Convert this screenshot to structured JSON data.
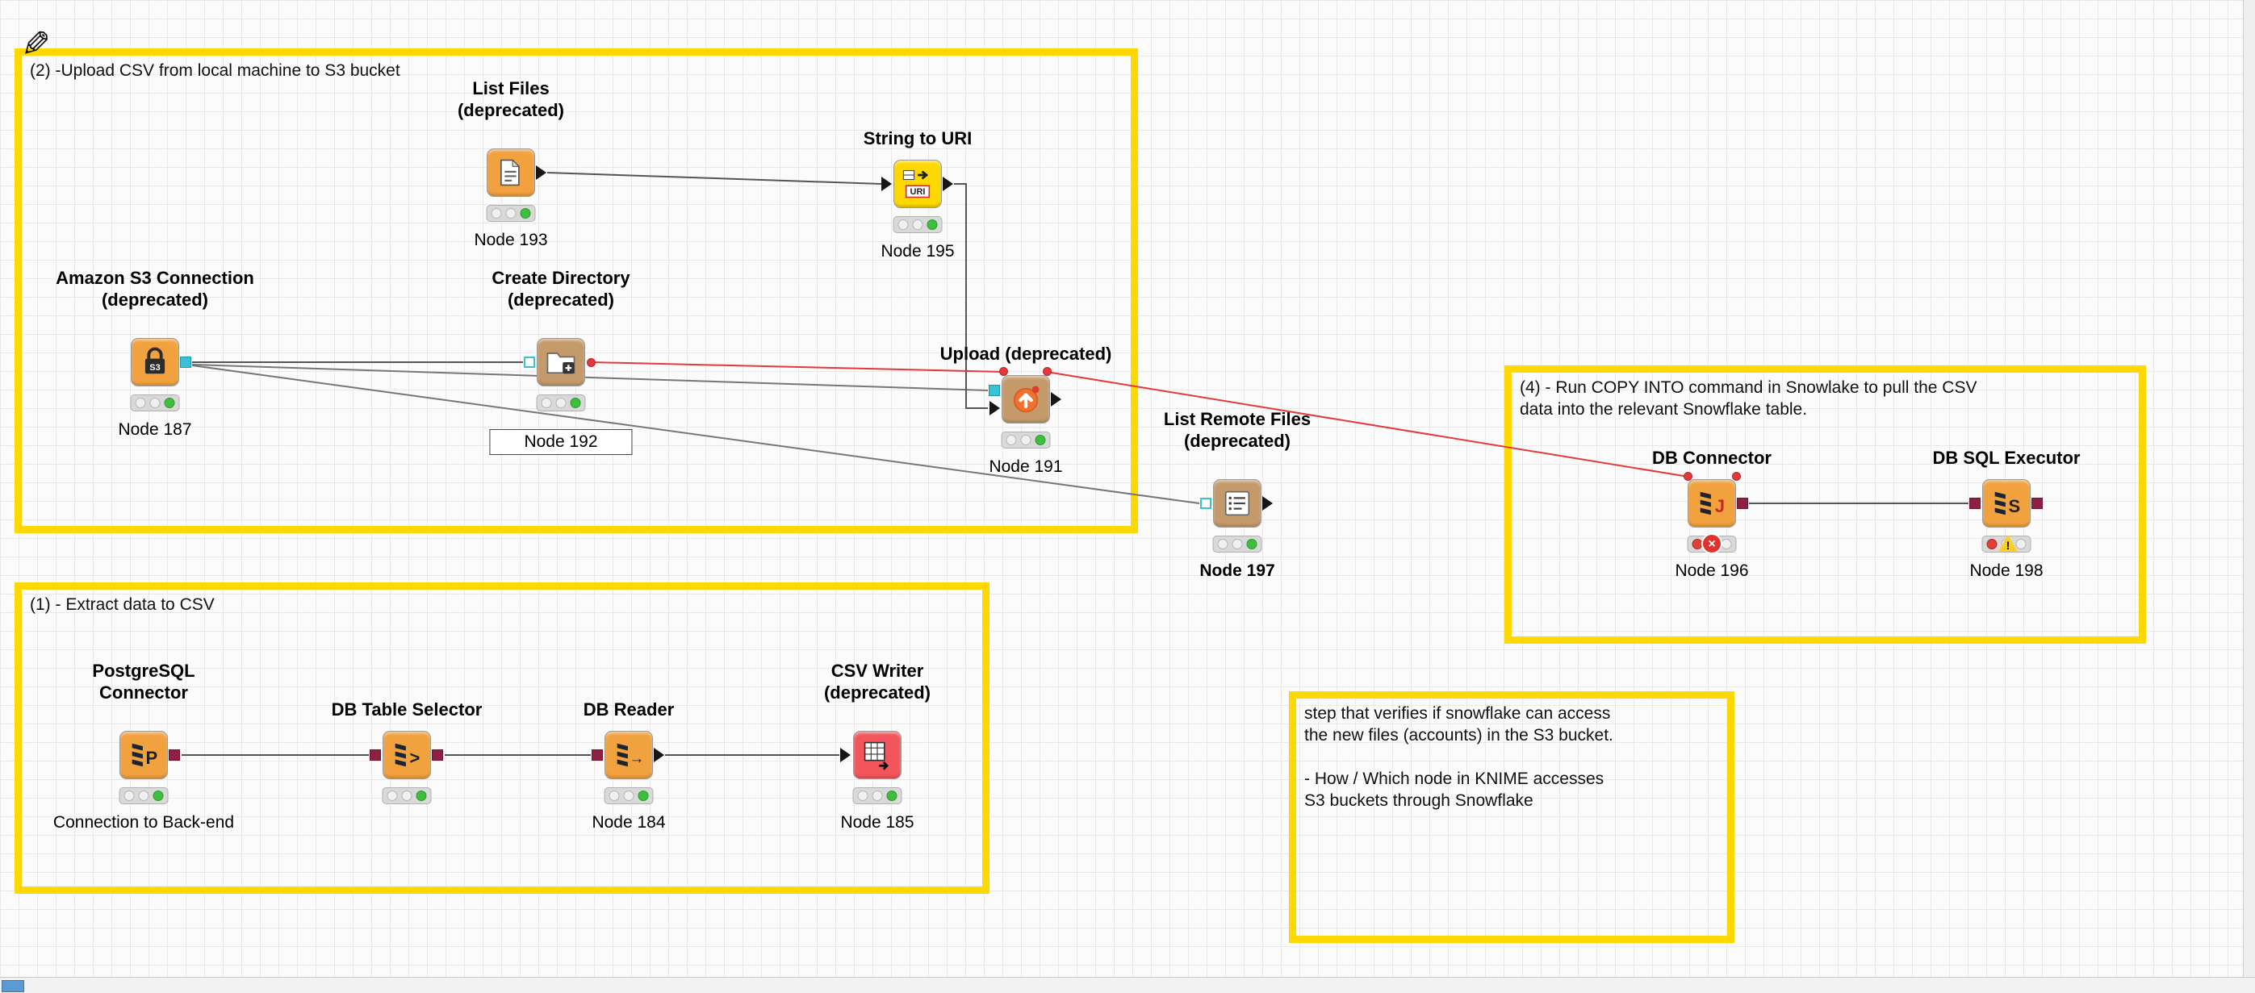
{
  "canvas": {
    "edit_icon_glyph": "✎"
  },
  "status_badges": {
    "error_glyph": "×",
    "warning_glyph": "!"
  },
  "annotations": {
    "box2": {
      "text": "(2) -Upload CSV from local machine to S3 bucket"
    },
    "box1": {
      "text": "(1) - Extract data to CSV"
    },
    "box4": {
      "text": "(4) - Run COPY INTO command in Snowlake to pull the CSV\ndata into the relevant Snowflake table."
    },
    "note": {
      "text": "step that verifies if snowflake can access\nthe new files (accounts) in the S3 bucket.\n\n- How / Which node in KNIME accesses\nS3 buckets through Snowflake"
    }
  },
  "nodes": {
    "n193": {
      "title": "List Files\n(deprecated)",
      "label": "Node 193",
      "icon": "file-list-icon",
      "status": "executed"
    },
    "n195": {
      "title": "String to URI",
      "label": "Node 195",
      "icon": "string-to-uri-icon",
      "icon_text": "URI",
      "status": "executed"
    },
    "n187": {
      "title": "Amazon S3 Connection\n(deprecated)",
      "label": "Node 187",
      "icon": "s3-lock-icon",
      "icon_text": "S3",
      "status": "executed"
    },
    "n192": {
      "title": "Create Directory\n(deprecated)",
      "label": "Node 192",
      "icon": "folder-plus-icon",
      "status": "executed"
    },
    "n191": {
      "title": "Upload (deprecated)",
      "label": "Node 191",
      "icon": "upload-icon",
      "status": "executed"
    },
    "n197": {
      "title": "List Remote Files\n(deprecated)",
      "label": "Node 197",
      "icon": "remote-files-icon",
      "status": "executed"
    },
    "n196": {
      "title": "DB Connector",
      "label": "Node 196",
      "icon": "database-icon",
      "icon_text": "J",
      "status": "error"
    },
    "n198": {
      "title": "DB SQL Executor",
      "label": "Node 198",
      "icon": "database-icon",
      "icon_text": "S",
      "status": "warning"
    },
    "npg": {
      "title": "PostgreSQL\nConnector",
      "label": "Connection to Back-end",
      "icon": "database-icon",
      "icon_text": "P",
      "status": "executed"
    },
    "nsel": {
      "title": "DB Table Selector",
      "label": "",
      "icon": "database-icon",
      "icon_text": ">",
      "status": "executed"
    },
    "n184": {
      "title": "DB Reader",
      "label": "Node 184",
      "icon": "database-icon",
      "icon_text": "→",
      "status": "executed"
    },
    "n185": {
      "title": "CSV Writer\n(deprecated)",
      "label": "Node 185",
      "icon": "csv-writer-icon",
      "status": "executed"
    }
  },
  "colors": {
    "annotation_yellow": "#FFD800",
    "node_orange": "#F2A13F",
    "node_yellow": "#FFD800",
    "node_tan": "#C59A6A",
    "node_red": "#F2555C",
    "connection_gray": "#555555",
    "flow_variable_red": "#E5383B",
    "file_port_cyan": "#39C2D7",
    "db_port_dark_red": "#8E2043",
    "status_green": "#3DBE3D"
  }
}
